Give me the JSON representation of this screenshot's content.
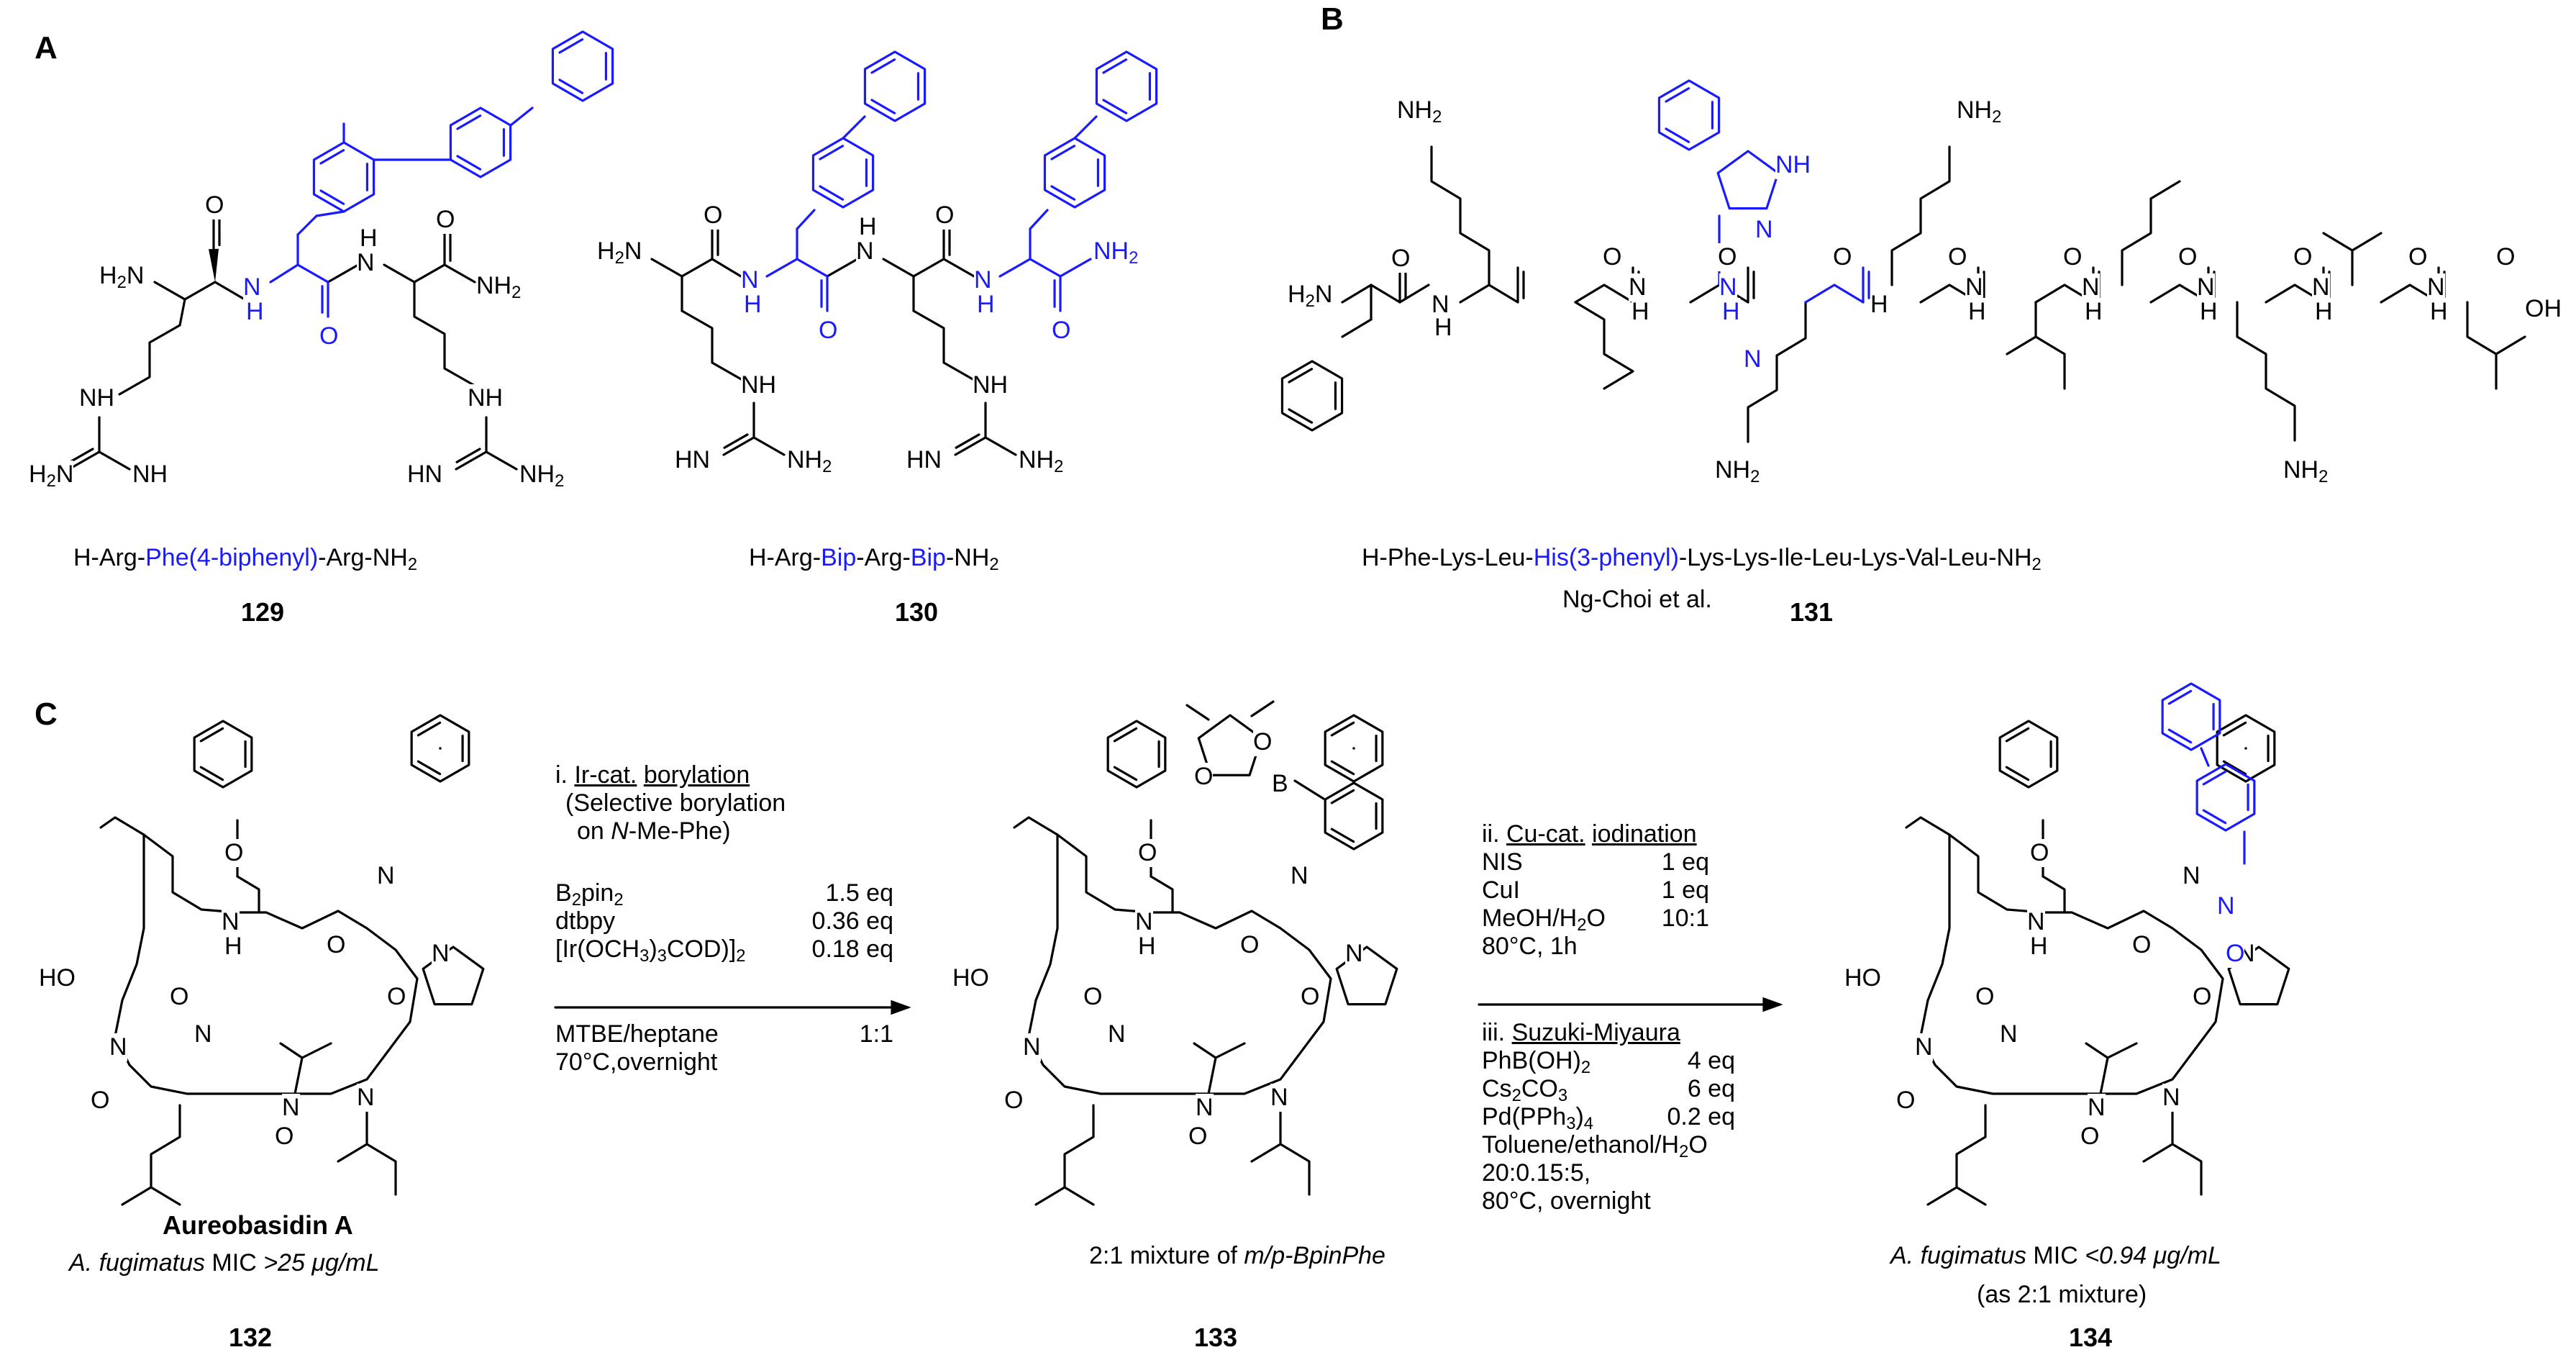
{
  "panels": {
    "a": "A",
    "b": "B",
    "c": "C"
  },
  "compounds": {
    "c129": {
      "name_parts": [
        "H-Arg-",
        "Phe(4-biphenyl)",
        "-Arg-NH",
        "2"
      ],
      "number": "129"
    },
    "c130": {
      "name_parts": [
        "H-Arg-",
        "Bip",
        "-Arg-",
        "Bip",
        "-NH",
        "2"
      ],
      "number": "130"
    },
    "c131": {
      "name_parts": [
        "H-Phe-Lys-Leu-",
        "His(3-phenyl)",
        "-Lys-Lys-Ile-Leu-Lys-Val-Leu-NH",
        "2"
      ],
      "author": "Ng-Choi et al.",
      "number": "131"
    },
    "c132": {
      "name": "Aureobasidin A",
      "mic_parts": [
        "A. fugimatus",
        " MIC ",
        ">25 μg/mL"
      ],
      "number": "132"
    },
    "c133": {
      "name_parts": [
        "2:1 mixture of ",
        "m/p-BpinPhe"
      ],
      "number": "133"
    },
    "c134": {
      "mic_parts": [
        "A. fugimatus",
        " MIC ",
        "<0.94 μg/mL"
      ],
      "note": "(as 2:1 mixture)",
      "number": "134"
    }
  },
  "step1": {
    "title_parts": [
      "i. ",
      "Ir-cat.",
      " ",
      "borylation"
    ],
    "note1": "(Selective borylation",
    "note2_parts": [
      "on ",
      "N",
      "-Me-Phe)"
    ],
    "reagents": [
      {
        "name": "B2pin2",
        "amount": "1.5 eq"
      },
      {
        "name": "dtbpy",
        "amount": "0.36 eq"
      },
      {
        "name": "[Ir(OCH3)3COD)]2",
        "amount": "0.18 eq"
      }
    ],
    "solvent": {
      "name": "MTBE/heptane",
      "ratio": "1:1"
    },
    "temp": "70°C,overnight"
  },
  "step2": {
    "title_parts": [
      "ii. ",
      "Cu-cat.",
      " ",
      "iodination"
    ],
    "reagents": [
      {
        "name": "NIS",
        "amount": "1 eq"
      },
      {
        "name": "CuI",
        "amount": "1 eq"
      },
      {
        "name": "MeOH/H2O",
        "amount": "10:1"
      }
    ],
    "temp": "80°C, 1h"
  },
  "step3": {
    "title_parts": [
      "iii. ",
      "Suzuki-Miyaura"
    ],
    "reagents": [
      {
        "name": "PhB(OH)2",
        "amount": "4 eq"
      },
      {
        "name": "Cs2CO3",
        "amount": "6 eq"
      },
      {
        "name": "Pd(PPh3)4",
        "amount": "0.2 eq"
      }
    ],
    "solvent": "Toluene/ethanol/H2O",
    "ratio": "20:0.15:5,",
    "temp": "80°C, overnight"
  },
  "atoms": {
    "nh2": "NH2",
    "h2n": "H2N",
    "nh": "NH",
    "hn": "HN",
    "n": "N",
    "h": "H",
    "o": "O",
    "oh": "OH",
    "ho": "HO",
    "b": "B"
  },
  "colors": {
    "highlight": "#1a1aff",
    "bonds": "#000000"
  }
}
